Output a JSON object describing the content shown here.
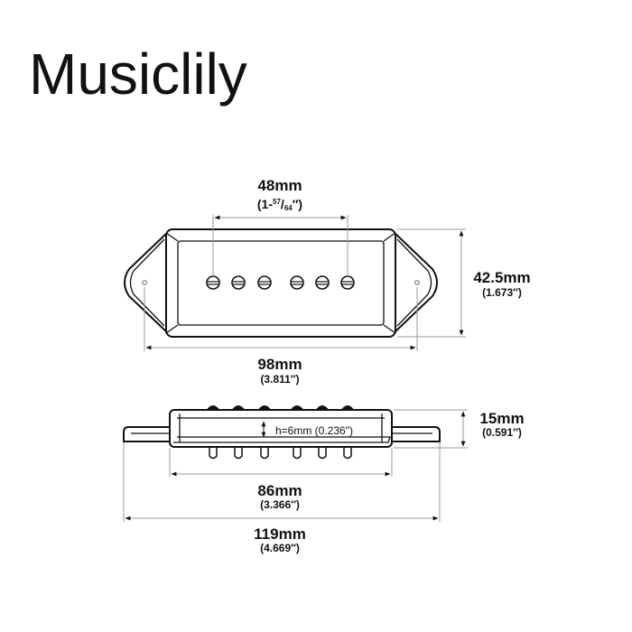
{
  "brand": "Musiclily",
  "top_view": {
    "pole_spacing": {
      "mm": "48mm",
      "inch_prefix": "(1-",
      "num": "57",
      "slash": "/",
      "den": "64",
      "inch_suffix": "″)"
    },
    "width": {
      "mm": "42.5mm",
      "inch": "(1.673″)"
    },
    "mount_spacing": {
      "mm": "98mm",
      "inch": "(3.811″)"
    },
    "pole_count": 6
  },
  "side_view": {
    "height": {
      "mm": "15mm",
      "inch": "(0.591″)"
    },
    "pole_height_note": "h=6mm (0.236\")",
    "body_length": {
      "mm": "86mm",
      "inch": "(3.366″)"
    },
    "overall_length": {
      "mm": "119mm",
      "inch": "(4.669″)"
    }
  }
}
